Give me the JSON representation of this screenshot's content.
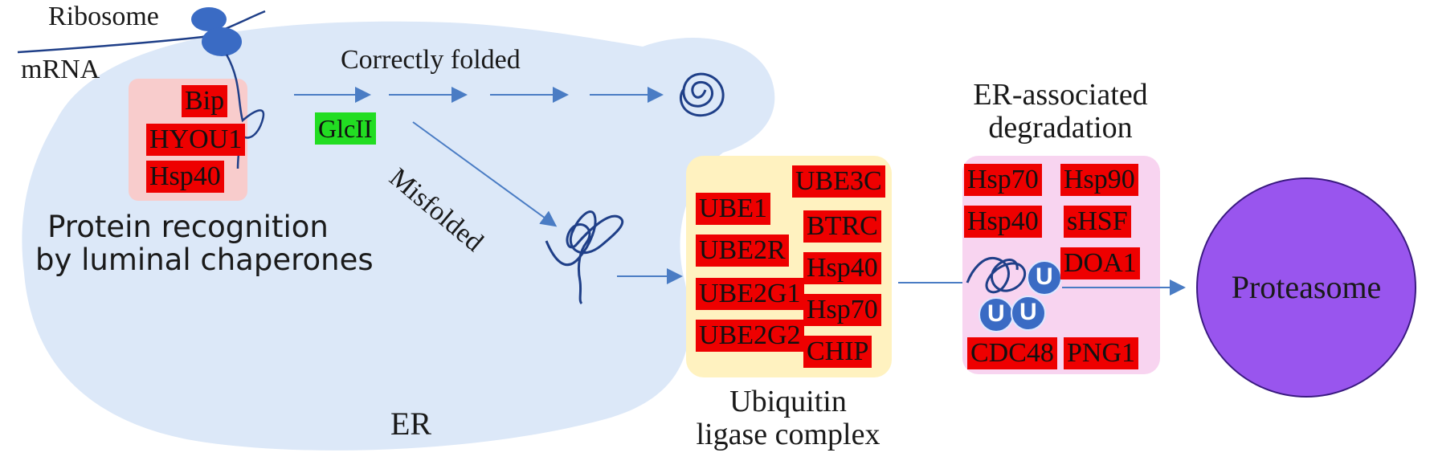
{
  "colors": {
    "er_fill": "#dce8f8",
    "chaperone_box": "#f8cccc",
    "ligase_box": "#fff2c0",
    "erad_box": "#f8d4f0",
    "protein_red": "#ee0000",
    "glcII_green": "#22dd22",
    "arrow": "#4a7cc4",
    "ribosome": "#3a6bc4",
    "proteasome_fill": "#9955ee"
  },
  "labels": {
    "ribosome": "Ribosome",
    "mrna": "mRNA",
    "correctly_folded": "Correctly folded",
    "misfolded": "Misfolded",
    "er": "ER",
    "recognition_line1": "Protein recognition",
    "recognition_line2": "by luminal chaperones",
    "ligase_line1": "Ubiquitin",
    "ligase_line2": "ligase complex",
    "erad_line1": "ER-associated",
    "erad_line2": "degradation",
    "proteasome": "Proteasome",
    "glcII": "GlcII"
  },
  "chaperones": [
    "Bip",
    "HYOU1",
    "Hsp40"
  ],
  "ligase_left": [
    "UBE1",
    "UBE2R",
    "UBE2G1",
    "UBE2G2"
  ],
  "ligase_right": [
    "UBE3C",
    "BTRC",
    "Hsp40",
    "Hsp70",
    "CHIP"
  ],
  "erad_proteins": [
    "Hsp70",
    "Hsp90",
    "Hsp40",
    "sHSF",
    "DOA1",
    "CDC48",
    "PNG1"
  ],
  "ubiquitin": [
    "U",
    "U",
    "U"
  ]
}
